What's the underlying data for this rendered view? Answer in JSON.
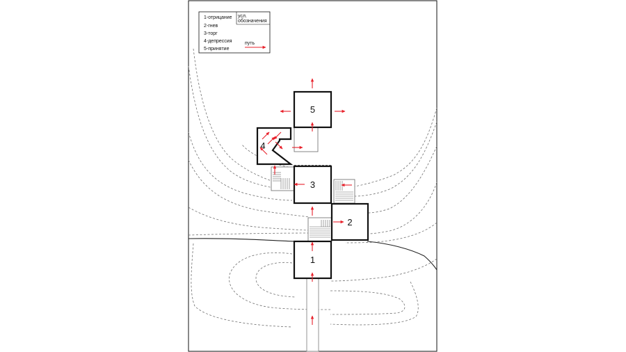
{
  "legend": {
    "title_line1": "усл.",
    "title_line2": "обозначения",
    "items": [
      "1-отрицание",
      "2-гнев",
      "3-торг",
      "4-депрессия",
      "5-принятие"
    ],
    "path_label": "путь",
    "path_color": "#e8202a"
  },
  "rooms": [
    {
      "number": "1"
    },
    {
      "number": "2"
    },
    {
      "number": "3"
    },
    {
      "number": "4"
    },
    {
      "number": "5"
    }
  ]
}
